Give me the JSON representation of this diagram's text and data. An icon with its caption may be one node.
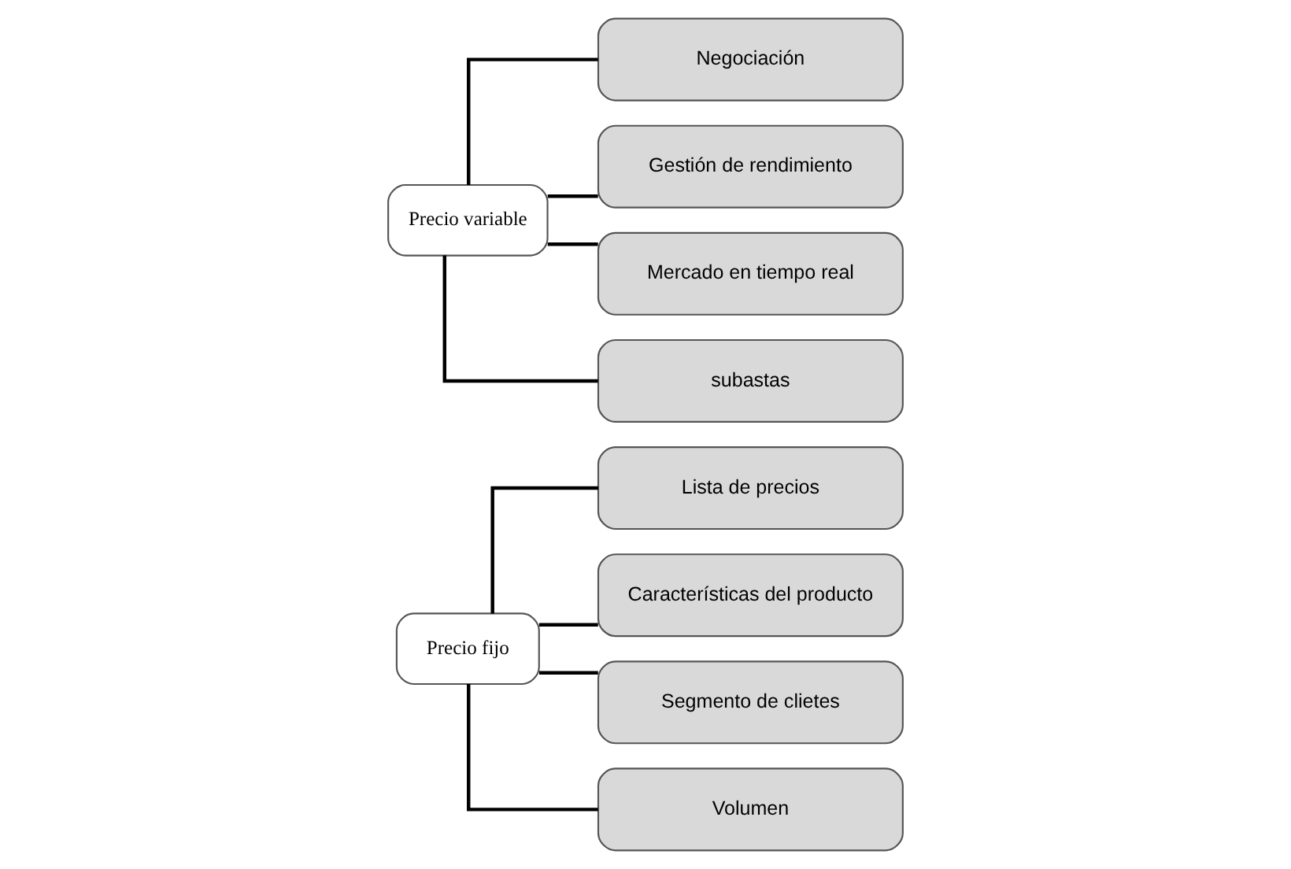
{
  "diagram": {
    "nodes": [
      {
        "text": [
          "Precio fijo"
        ]
      },
      {
        "text": [
          "Lista de precios"
        ]
      },
      {
        "text": [
          "Características del producto"
        ]
      },
      {
        "text": [
          "Segmento de clietes"
        ]
      },
      {
        "text": [
          "Volumen"
        ]
      },
      {
        "text": [
          "Precio variable"
        ]
      },
      {
        "text": [
          "Negociación"
        ]
      },
      {
        "text": [
          "Gestión de rendimiento"
        ]
      },
      {
        "text": [
          "Mercado en tiempo real"
        ]
      },
      {
        "text": [
          "subastas"
        ]
      }
    ],
    "edges": [
      {
        "from": 0,
        "to": 1,
        "arrow": "none"
      },
      {
        "from": 0,
        "to": 2,
        "arrow": "none"
      },
      {
        "from": 0,
        "to": 3,
        "arrow": "none"
      },
      {
        "from": 0,
        "to": 4,
        "arrow": "none"
      },
      {
        "from": 5,
        "to": 6,
        "arrow": "none"
      },
      {
        "from": 5,
        "to": 7,
        "arrow": "none"
      },
      {
        "from": 5,
        "to": 8,
        "arrow": "none"
      },
      {
        "from": 5,
        "to": 9,
        "arrow": "none"
      }
    ]
  }
}
